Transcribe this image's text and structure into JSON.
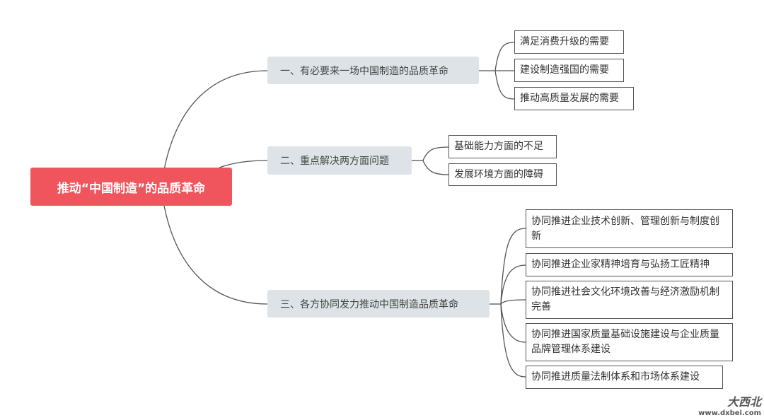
{
  "root": {
    "label": "推动“中国制造”的品质革命",
    "color": "#f0545c"
  },
  "branches": [
    {
      "label": "一、有必要来一场中国制造的品质革命",
      "leaves": [
        "满足消费升级的需要",
        "建设制造强国的需要",
        "推动高质量发展的需要"
      ]
    },
    {
      "label": "二、重点解决两方面问题",
      "leaves": [
        "基础能力方面的不足",
        "发展环境方面的障碍"
      ]
    },
    {
      "label": "三、各方协同发力推动中国制造品质革命",
      "leaves": [
        "协同推进企业技术创新、管理创新与制度创新",
        "协同推进企业家精神培育与弘扬工匠精神",
        "协同推进社会文化环境改善与经济激励机制完善",
        "协同推进国家质量基础设施建设与企业质量品牌管理体系建设",
        "协同推进质量法制体系和市场体系建设"
      ]
    }
  ],
  "watermark": {
    "name": "大西北",
    "url": "www.dxbei.com"
  }
}
